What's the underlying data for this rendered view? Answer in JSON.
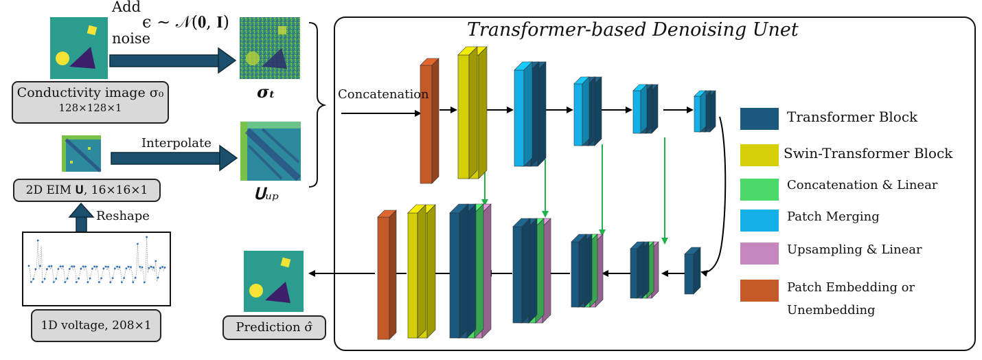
{
  "title": "Transformer-based Denoising Unet",
  "inputs": {
    "noise_label_line1": "Add",
    "noise_label_line2": "noise",
    "noise_formula": "ϵ ∼ 𝒩(𝟎, 𝐈)",
    "conductivity_box_line1": "Conductivity image σ₀",
    "conductivity_box_line2": "128×128×1",
    "sigma_t_label": "σₜ",
    "interpolate_label": "Interpolate",
    "u_up_label": "𝐔ᵤₚ",
    "eim_box_label": "2D EIM 𝐔, 16×16×1",
    "reshape_label": "Reshape",
    "voltage_box_label": "1D voltage, 208×1",
    "concatenation_label": "Concatenation",
    "prediction_box_label": "Prediction σ̂"
  },
  "colors": {
    "transformer_block": "#1b5a7e",
    "swin_transformer_block": "#d4cf06",
    "concat_linear": "#4bd96a",
    "patch_merging": "#16b0e8",
    "upsampling_linear": "#c585bf",
    "patch_embedding": "#c45a28",
    "image_bg": "#2a9d8f",
    "image_circle": "#f2e335",
    "image_triangle": "#3b1f6b",
    "arrow_dark": "#1b4f6b",
    "skip_arrow": "#22b04b"
  },
  "legend": [
    {
      "label": "Transformer Block",
      "color_key": "transformer_block"
    },
    {
      "label": "Swin-Transformer Block",
      "color_key": "swin_transformer_block"
    },
    {
      "label": "Concatenation & Linear",
      "color_key": "concat_linear"
    },
    {
      "label": "Patch Merging",
      "color_key": "patch_merging"
    },
    {
      "label": "Upsampling & Linear",
      "color_key": "upsampling_linear"
    },
    {
      "label": "Patch Embedding or",
      "label2": "Unembedding",
      "color_key": "patch_embedding"
    }
  ]
}
